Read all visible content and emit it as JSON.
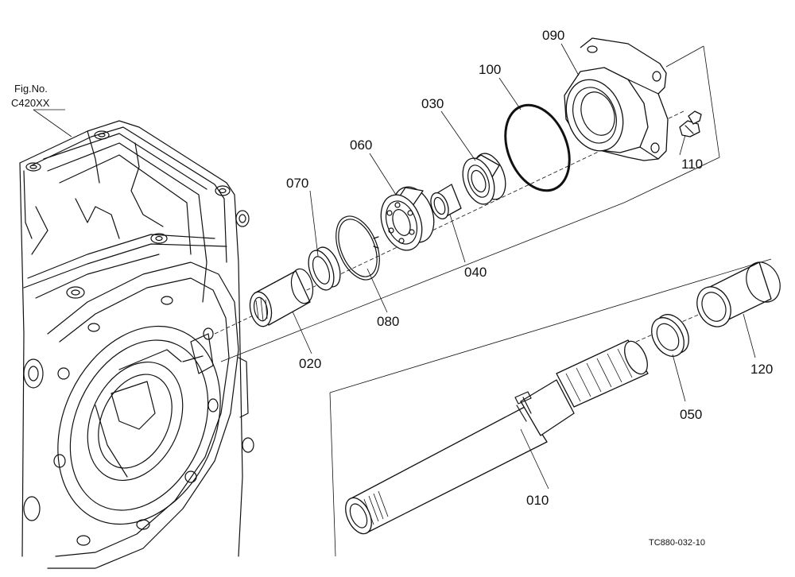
{
  "figure": {
    "fig_label": "Fig.No.",
    "fig_number": "C420XX",
    "drawing_code": "TC880-032-10"
  },
  "parts": {
    "p010": "010",
    "p020": "020",
    "p030": "030",
    "p040": "040",
    "p050": "050",
    "p060": "060",
    "p070": "070",
    "p080": "080",
    "p090": "090",
    "p100": "100",
    "p110": "110",
    "p120": "120"
  }
}
